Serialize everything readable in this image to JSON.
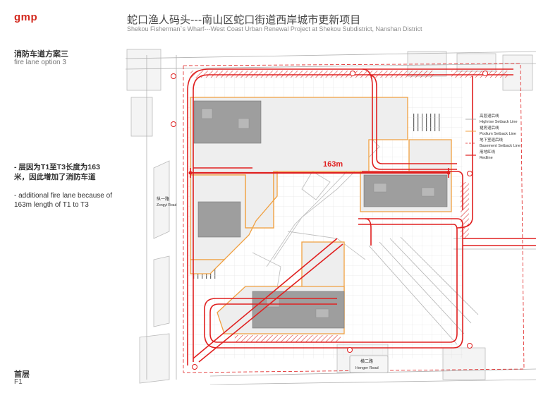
{
  "header": {
    "logo": "gmp",
    "title_cn": "蛇口渔人码头---南山区蛇口街道西岸城市更新项目",
    "title_en": "Shekou Fisherman`s Wharf---West Coast Urban Renewal Project at Shekou Subdistrict, Nanshan District"
  },
  "sidebar": {
    "section_cn": "消防车道方案三",
    "section_en": "fire lane option 3",
    "note_cn": "- 层因为T1至T3长度为163米，因此增加了消防车道",
    "note_en": "- additional fire lane because of 163m length of T1 to T3",
    "floor_cn": "首层",
    "floor_en": "F1"
  },
  "plan": {
    "dimension_label": "163m",
    "legend": [
      {
        "cn": "高层退后线",
        "en": "Highrise Setback Line"
      },
      {
        "cn": "裙房退后线",
        "en": "Podium Setback Line"
      },
      {
        "cn": "地下室退后线",
        "en": "Basement Setback Line"
      },
      {
        "cn": "用地红线",
        "en": "Redline"
      }
    ],
    "road_west_cn": "纵一路",
    "road_west_en": "Zongyi Road",
    "road_south_cn": "横二路",
    "road_south_en": "Henger Road",
    "colors": {
      "redline": "#e02020",
      "podium": "#f0a040",
      "building": "#9a9a9a",
      "hatch": "#e04040"
    }
  }
}
